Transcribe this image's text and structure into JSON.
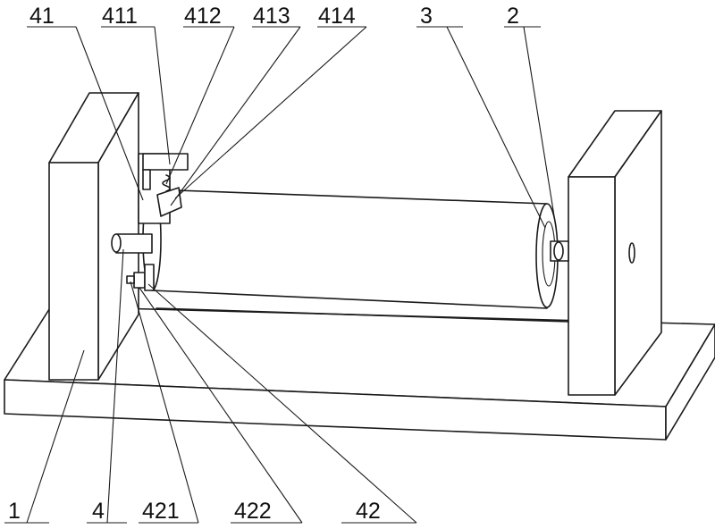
{
  "figure": {
    "line_color": "#1a1a1a",
    "background": "#ffffff",
    "labels": {
      "l41": "41",
      "l411": "411",
      "l412": "412",
      "l413": "413",
      "l414": "414",
      "l3": "3",
      "l2": "2",
      "l1": "1",
      "l4": "4",
      "l421": "421",
      "l422": "422",
      "l42": "42"
    }
  }
}
